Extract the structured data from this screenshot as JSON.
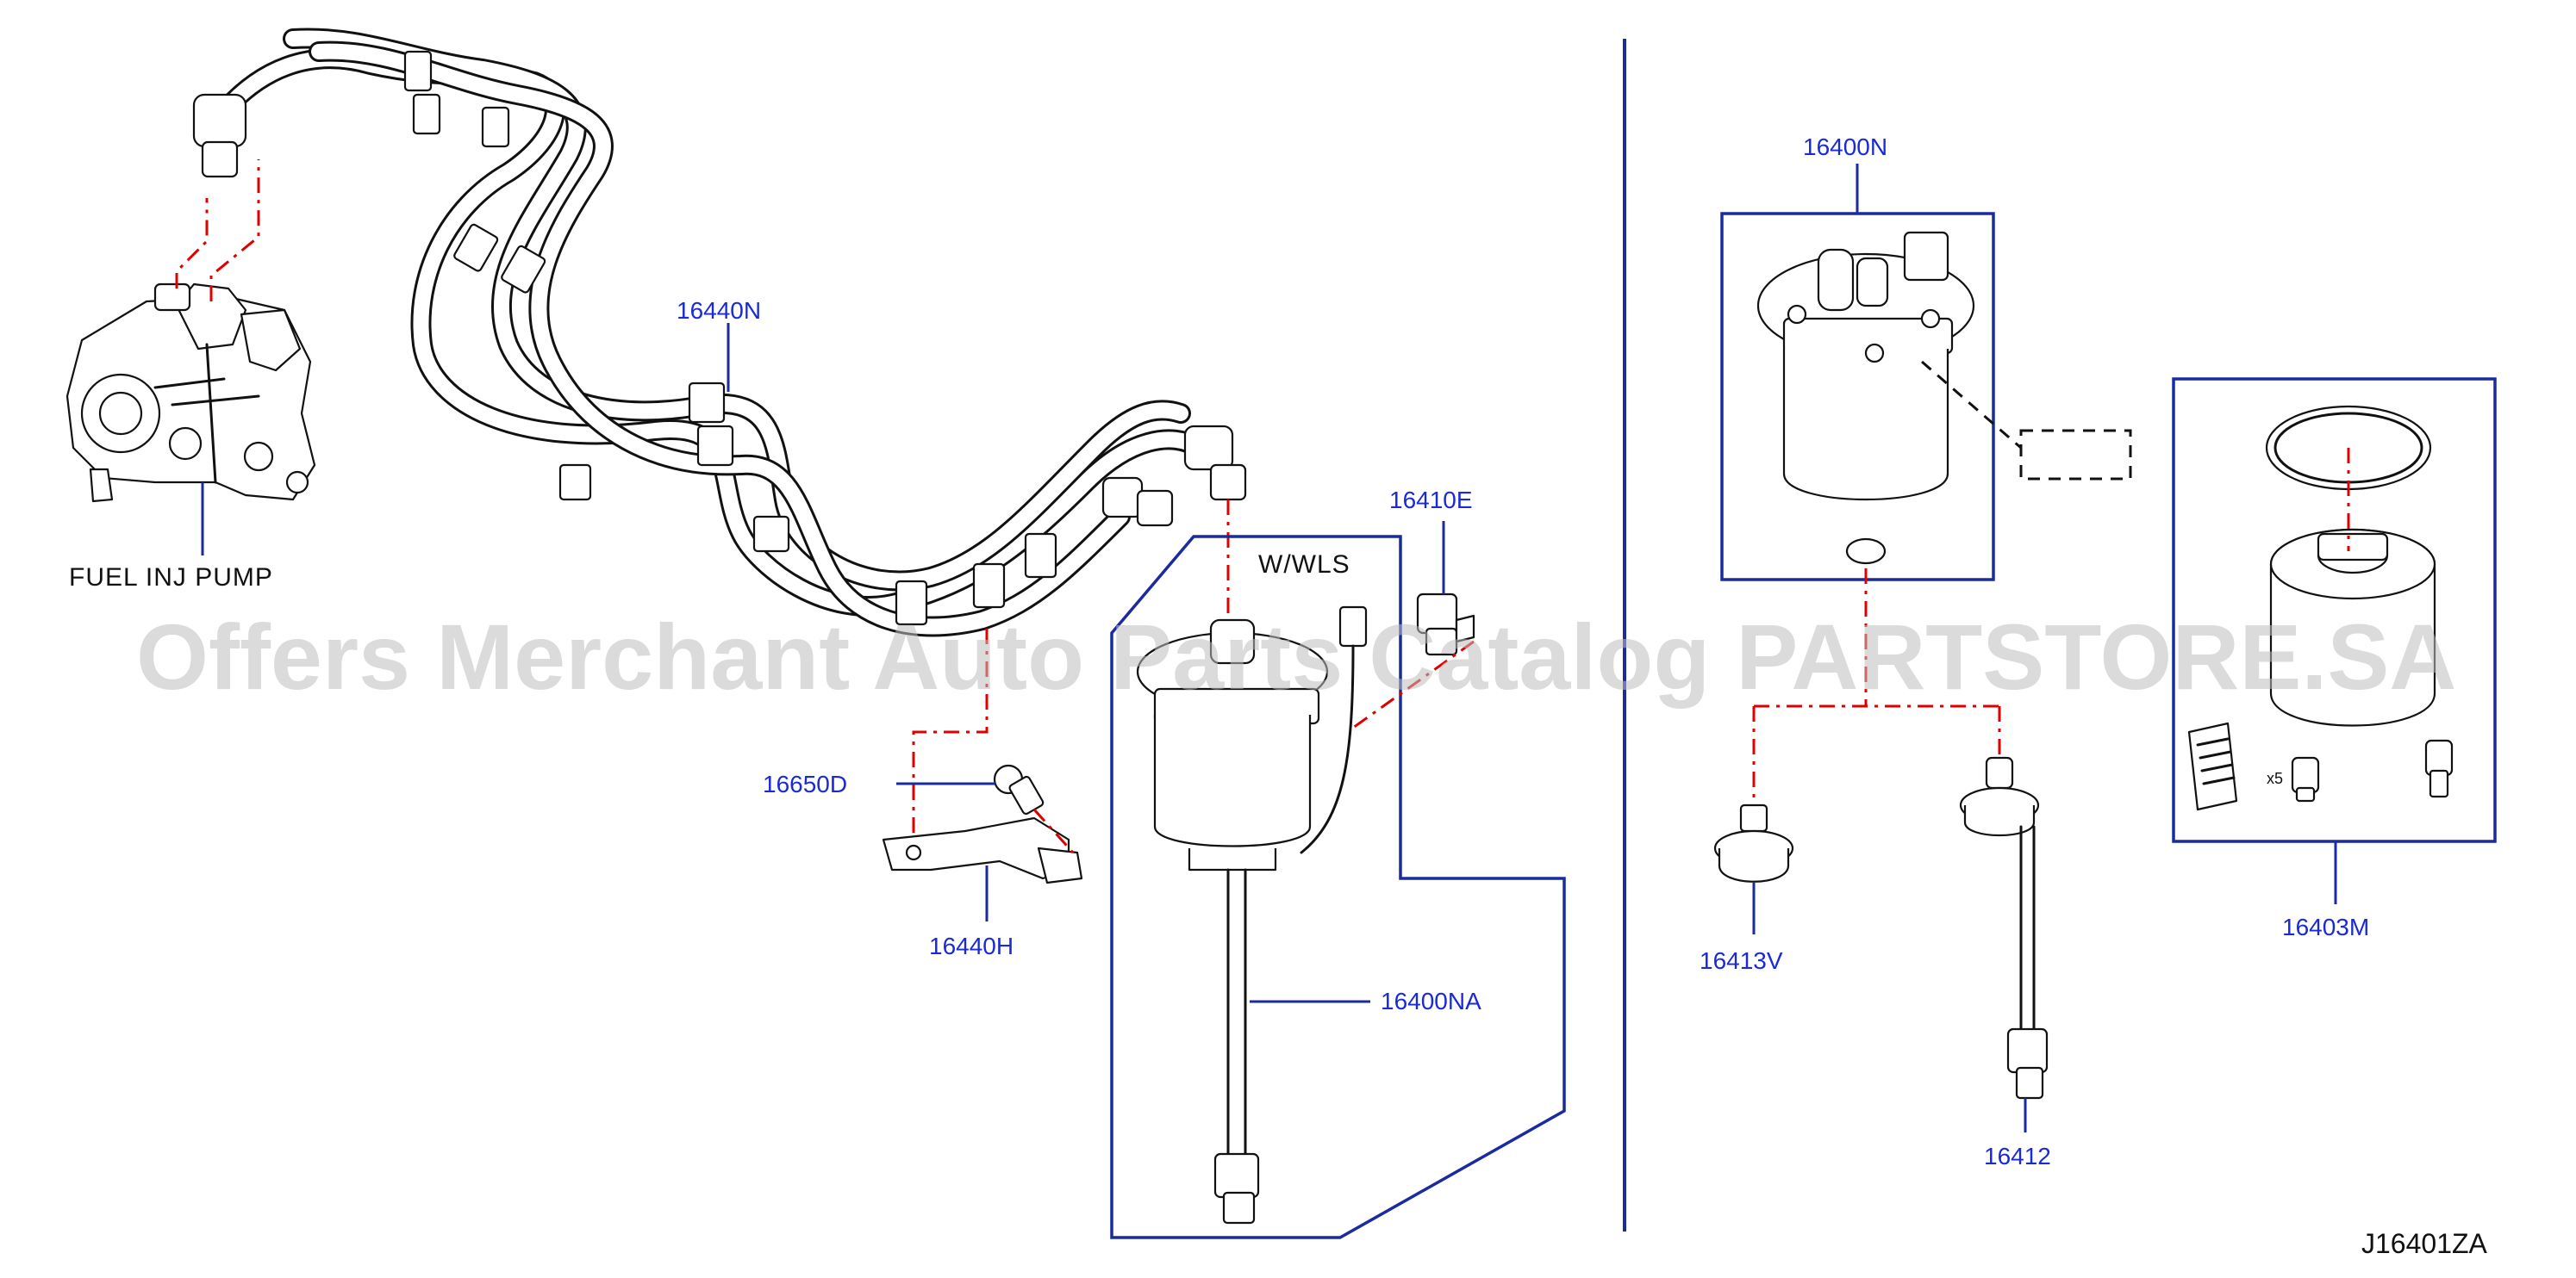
{
  "parts": {
    "p16440N": "16440N",
    "p16410E": "16410E",
    "p16650D": "16650D",
    "p16440H": "16440H",
    "p16400NA": "16400NA",
    "p16400N": "16400N",
    "p16403M": "16403M",
    "p16413V": "16413V",
    "p16412": "16412"
  },
  "labels": {
    "fuel_inj_pump": "FUEL   INJ   PUMP",
    "w_wls": "W/WLS",
    "filter_qty": "x5"
  },
  "watermark": "Offers Merchant Auto Parts Catalog PARTSTORE.SA",
  "reference_code": "J16401ZA",
  "colors": {
    "part_number": "#1a2bd6",
    "leader": "#1a2ba0",
    "dashed_connector": "#e00000",
    "watermark": "#bdbdbd"
  }
}
